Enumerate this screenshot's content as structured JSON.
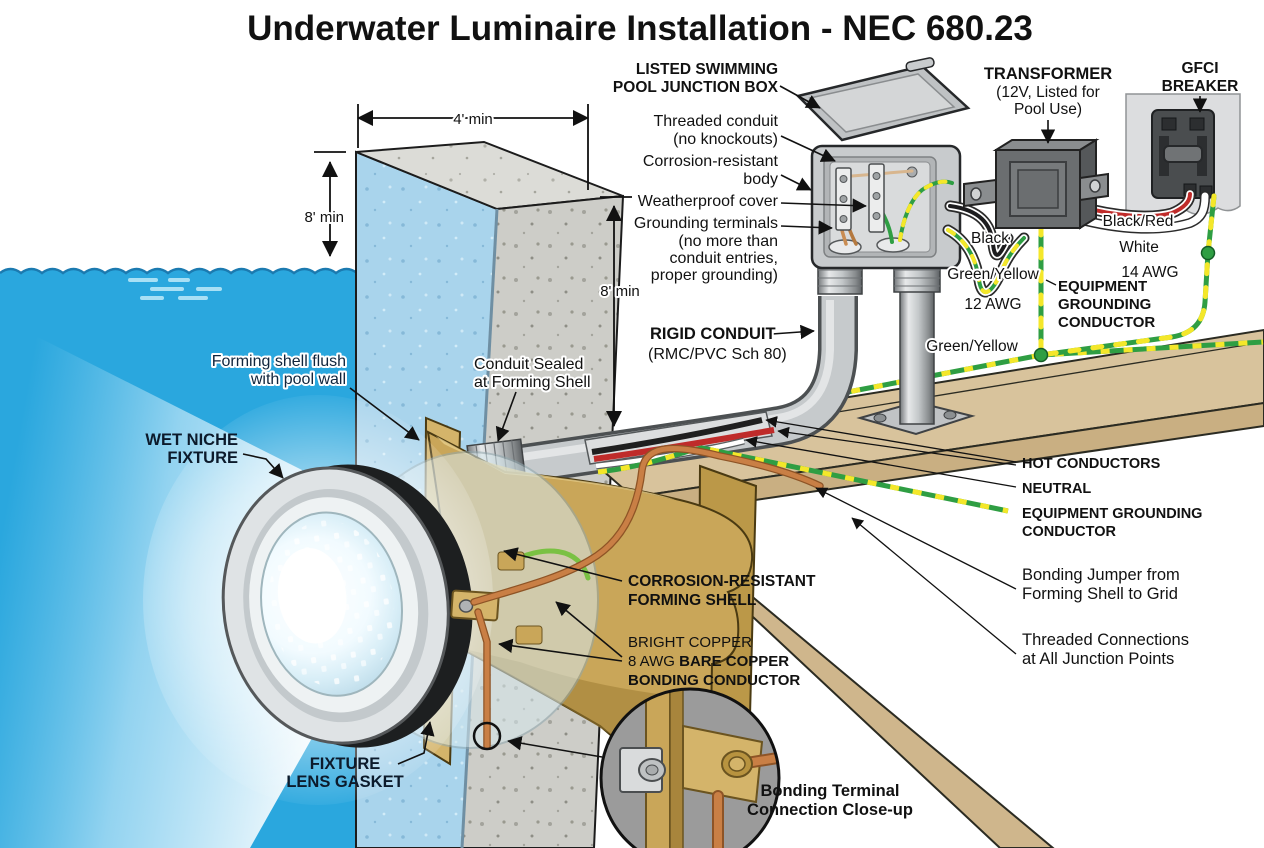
{
  "title": "Underwater Luminaire Installation - NEC 680.23",
  "dims": {
    "width_min": "4' min",
    "height_left": "8' min",
    "height_right": "8' min"
  },
  "jb": {
    "heading": [
      "LISTED SWIMMING",
      "POOL JUNCTION BOX"
    ],
    "threaded": [
      "Threaded conduit",
      "(no knockouts)"
    ],
    "body": [
      "Corrosion-resistant",
      "body"
    ],
    "cover": "Weatherproof cover",
    "terminals": [
      "Grounding terminals",
      "(no more than",
      "conduit entries,",
      "proper grounding)"
    ]
  },
  "transformer": [
    "TRANSFORMER",
    "(12V, Listed for",
    "Pool Use)"
  ],
  "gfci": [
    "GFCI",
    "BREAKER"
  ],
  "wires": {
    "black": "Black",
    "green_yellow": "Green/Yellow",
    "awg12": "12 AWG",
    "black_red": "Black/Red",
    "white": "White",
    "awg14": "14 AWG",
    "egc": [
      "EQUIPMENT",
      "GROUNDING",
      "CONDUCTOR"
    ],
    "green_yellow_deck": "Green/Yellow"
  },
  "conduit": [
    "RIGID CONDUIT",
    "(RMC/PVC Sch 80)"
  ],
  "pool": {
    "flush": [
      "Forming shell flush",
      "with pool wall"
    ],
    "niche": [
      "WET NICHE",
      "FIXTURE"
    ],
    "sealed": [
      "Conduit Sealed",
      "at Forming Shell"
    ],
    "gasket": [
      "FIXTURE",
      "LENS GASKET"
    ]
  },
  "right": {
    "hot": "HOT CONDUCTORS",
    "neutral": "NEUTRAL",
    "egc": [
      "EQUIPMENT GROUNDING",
      "CONDUCTOR"
    ],
    "jumper": [
      "Bonding Jumper from",
      "Forming Shell to Grid"
    ],
    "threaded": [
      "Threaded Connections",
      "at All Junction Points"
    ]
  },
  "bottom": {
    "shell": [
      "CORROSION-RESISTANT",
      "FORMING SHELL"
    ],
    "copper1": "BRIGHT COPPER",
    "copper2a": "8 AWG ",
    "copper2b": "BARE COPPER",
    "copper3": "BONDING CONDUCTOR",
    "closeup": [
      "Bonding Terminal",
      "Connection Close-up"
    ]
  },
  "colors": {
    "water": "#2aa7de",
    "deck": "#d8c39c",
    "concrete": "#cdcdc8",
    "brass": "#c9a659",
    "copper": "#c97f45",
    "ground_green": "#2f9e43",
    "ground_yellow": "#f4e72a",
    "hot_red": "#bf2b2a"
  }
}
